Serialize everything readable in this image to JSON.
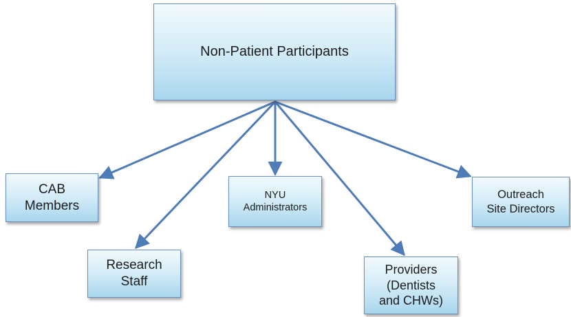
{
  "diagram": {
    "root": {
      "label": "Non-Patient Participants"
    },
    "children": [
      {
        "id": "cab",
        "label": "CAB\nMembers"
      },
      {
        "id": "nyu",
        "label": "NYU\nAdministrators"
      },
      {
        "id": "outreach",
        "label": "Outreach\nSite Directors"
      },
      {
        "id": "research",
        "label": "Research\nStaff"
      },
      {
        "id": "providers",
        "label": "Providers\n(Dentists\nand CHWs)"
      }
    ],
    "colors": {
      "box_border": "#6a90b9",
      "box_fill_top": "#f1f9fd",
      "box_fill_bottom": "#a9d6ee",
      "arrow": "#4f7bb6"
    }
  }
}
